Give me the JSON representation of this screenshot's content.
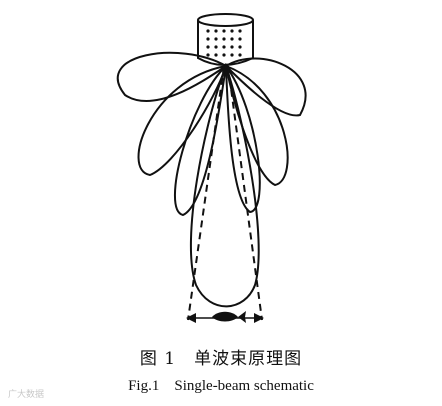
{
  "caption": {
    "cn": "图 1　单波束原理图",
    "en": "Fig.1　Single-beam schematic"
  },
  "watermark": "广大数据",
  "colors": {
    "ink": "#111111",
    "background": "#ffffff"
  },
  "icons": {
    "transducer": "transducer-icon",
    "fish": "fish-icon"
  }
}
